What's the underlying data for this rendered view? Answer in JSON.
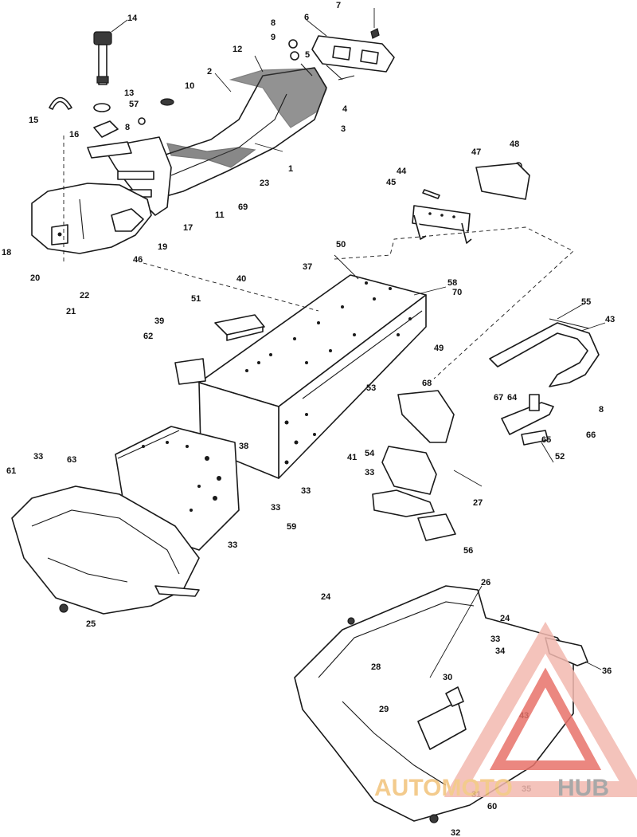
{
  "diagram": {
    "callouts": [
      "14",
      "7",
      "6",
      "8",
      "9",
      "12",
      "5",
      "2",
      "10",
      "4",
      "3",
      "13",
      "57",
      "15",
      "8",
      "16",
      "1",
      "23",
      "47",
      "48",
      "44",
      "11",
      "69",
      "17",
      "45",
      "18",
      "19",
      "46",
      "20",
      "22",
      "21",
      "50",
      "37",
      "58",
      "70",
      "40",
      "51",
      "55",
      "43",
      "39",
      "62",
      "49",
      "68",
      "67",
      "64",
      "8",
      "53",
      "66",
      "65",
      "52",
      "38",
      "54",
      "41",
      "33",
      "63",
      "61",
      "33",
      "27",
      "33",
      "33",
      "59",
      "56",
      "33",
      "25",
      "26",
      "24",
      "24",
      "33",
      "34",
      "36",
      "28",
      "30",
      "29",
      "43",
      "35",
      "31",
      "60",
      "32"
    ]
  },
  "watermark": {
    "part1": "AUTOMOTO",
    "part2": "HUB",
    "color_main": "#f3b9b0",
    "color_accent": "#e8736a",
    "color_text": "#f2c27a",
    "color_hub": "#9a9a9a"
  }
}
